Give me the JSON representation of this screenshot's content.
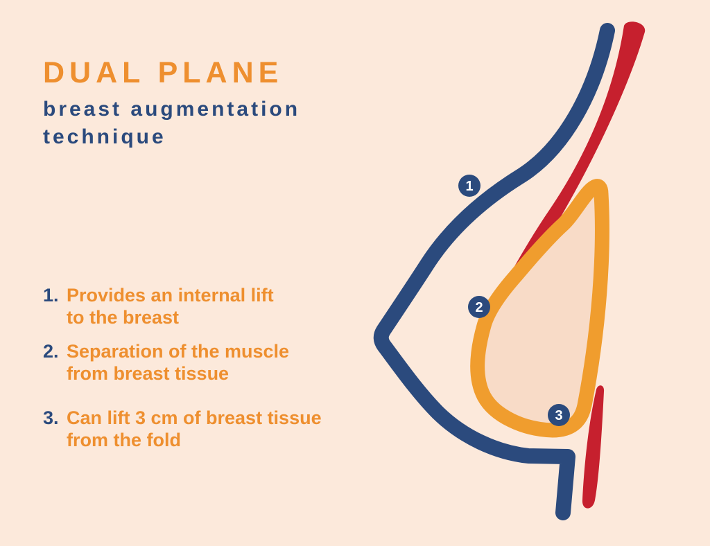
{
  "header": {
    "title": "DUAL PLANE",
    "subtitle": "breast augmentation\ntechnique"
  },
  "list": {
    "items": [
      {
        "number": "1.",
        "text": "Provides an internal lift\nto the breast"
      },
      {
        "number": "2.",
        "text": "Separation of the muscle\nfrom breast tissue"
      },
      {
        "number": "3.",
        "text": "Can lift 3 cm of breast tissue\nfrom the fold"
      }
    ]
  },
  "diagram": {
    "markers": [
      {
        "label": "1"
      },
      {
        "label": "2"
      },
      {
        "label": "3"
      }
    ]
  },
  "palette": {
    "background": "#fcE9DB",
    "title_orange": "#ee8f2f",
    "navy": "#2b4a7d",
    "muscle_red": "#c6202e",
    "implant_stroke_orange": "#f09d2e",
    "implant_fill": "#f8dbc7"
  }
}
